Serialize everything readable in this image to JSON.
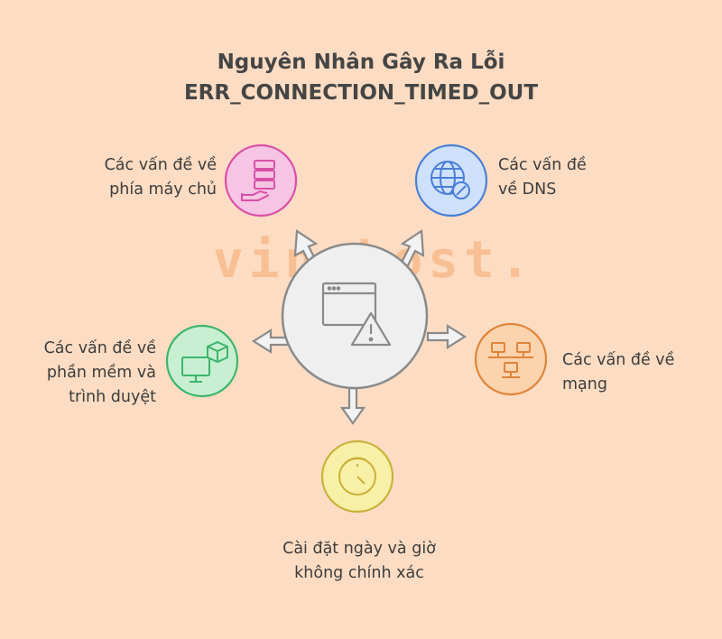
{
  "title": {
    "line1": "Nguyên Nhân Gây Ra Lỗi",
    "line2": "ERR_CONNECTION_TIMED_OUT"
  },
  "watermark": "vinahost.",
  "nodes": {
    "server": {
      "line1": "Các vấn đề về",
      "line2": "phía máy chủ",
      "color": "#d94fa8",
      "fill": "#f5c5e3",
      "icon": "server-hand-icon"
    },
    "dns": {
      "line1": "Các vấn đề",
      "line2": "về DNS",
      "color": "#4a7fd6",
      "fill": "#cfe0fb",
      "icon": "globe-broken-link-icon"
    },
    "software": {
      "line1": "Các vấn đề về",
      "line2": "phần mềm và",
      "line3": "trình duyệt",
      "color": "#3bb56b",
      "fill": "#c9efd2",
      "icon": "monitor-cube-icon"
    },
    "network": {
      "line1": "Các vấn đề về",
      "line2": "mạng",
      "color": "#e0843a",
      "fill": "#fbd3ad",
      "icon": "network-computers-icon"
    },
    "datetime": {
      "line1": "Cài đặt ngày và giờ",
      "line2": "không chính xác",
      "color": "#c9b23a",
      "fill": "#f8f0a6",
      "icon": "clock-icon"
    }
  },
  "center": {
    "icon": "browser-warning-icon",
    "color": "#8a8a8a",
    "fill": "#efefef"
  }
}
